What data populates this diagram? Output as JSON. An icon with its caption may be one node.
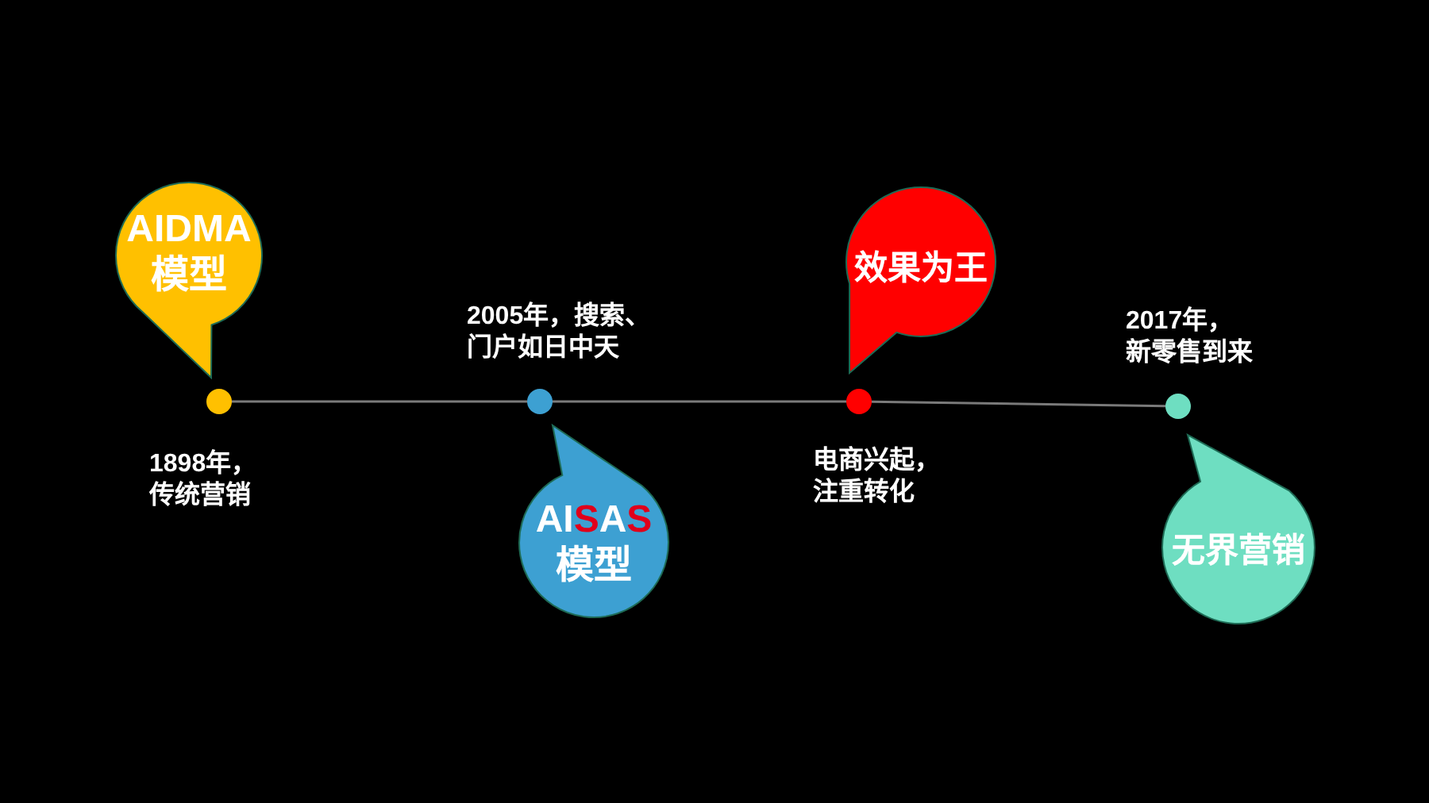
{
  "diagram": {
    "nodes": [
      {
        "text": [
          "AIDMA模型"
        ]
      },
      {
        "text": [],
        "shape": "circle",
        "beside": [
          "1898年，传统营销"
        ]
      },
      {
        "text": [],
        "shape": "circle",
        "beside": [
          "2005年，搜索、门户如日中天"
        ]
      },
      {
        "text": [
          "AISAS模型"
        ]
      },
      {
        "text": [
          "效果为王"
        ]
      },
      {
        "text": [],
        "shape": "circle",
        "beside": [
          "电商兴起，注重转化"
        ]
      },
      {
        "text": [],
        "shape": "circle",
        "beside": [
          "2017年，新零售到来"
        ]
      },
      {
        "text": [
          "无界营销"
        ]
      }
    ],
    "edges": [
      {
        "from": 1,
        "to": 2,
        "arrow": "none"
      },
      {
        "from": 2,
        "to": 5,
        "arrow": "none"
      },
      {
        "from": 5,
        "to": 6,
        "arrow": "none"
      }
    ]
  }
}
